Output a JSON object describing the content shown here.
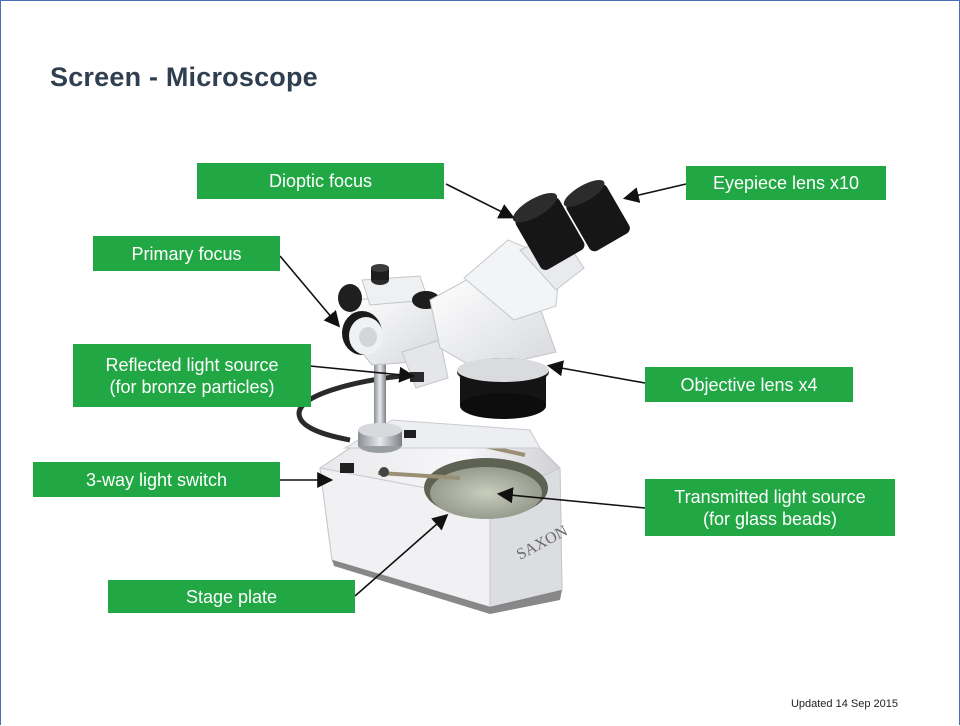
{
  "slide": {
    "title": "Screen  - Microscope",
    "updated": "Updated 14 Sep 2015"
  },
  "labels": {
    "dioptic_focus": "Dioptic focus",
    "eyepiece_lens": "Eyepiece lens x10",
    "primary_focus": "Primary focus",
    "reflected_light_line1": "Reflected light source",
    "reflected_light_line2": "(for bronze particles)",
    "objective_lens": "Objective lens x4",
    "light_switch": "3-way light switch",
    "transmitted_light_line1": "Transmitted light source",
    "transmitted_light_line2": "(for glass beads)",
    "stage_plate": "Stage plate"
  },
  "brand_text": "SAXON",
  "colors": {
    "label_bg": "#21a844",
    "label_text": "#ffffff",
    "title": "#2f3f4f",
    "border": "#4a6fb5"
  }
}
